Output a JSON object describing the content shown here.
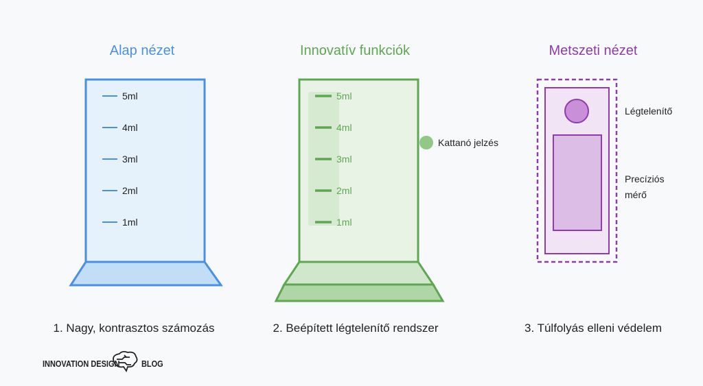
{
  "panels": [
    {
      "title": "Alap nézet",
      "caption": "1. Nagy, kontrasztos számozás",
      "color": "#4a90e2"
    },
    {
      "title": "Innovatív funkciók",
      "caption": "2. Beépített légtelenítő rendszer",
      "color": "#5fa653",
      "marker_label": "Kattanó jelzés"
    },
    {
      "title": "Metszeti nézet",
      "caption": "3. Túlfolyás elleni védelem",
      "color": "#8e3bb0",
      "label_top": "Légtelenítő",
      "label_mid_1": "Precíziós",
      "label_mid_2": "mérő"
    }
  ],
  "scale_labels": [
    "5ml",
    "4ml",
    "3ml",
    "2ml",
    "1ml"
  ],
  "logo": {
    "left": "INNOVATION DESIGN",
    "right": "BLOG"
  }
}
